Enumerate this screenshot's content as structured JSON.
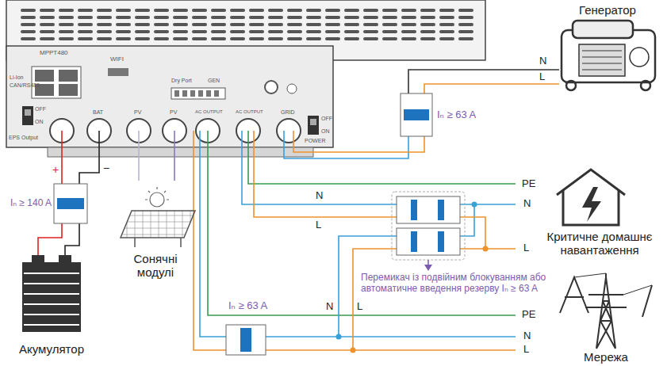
{
  "diagram": {
    "labels": [
      "Генератор",
      "N",
      "L",
      "Iₙ ≥ 63 A",
      "PE",
      "N",
      "Критичне домашнє навантаження",
      "L",
      "N",
      "L",
      "Перемикач із подвійним блокуванням або автоматичне введення резерву Iₙ ≥ 63 A",
      "N",
      "L",
      "PE",
      "N",
      "L",
      "Мережа",
      "Iₙ ≥ 63 A",
      "Iₙ ≥ 140 A",
      "+",
      "−",
      "Сонячні модулі",
      "Акумулятор",
      "MPPT480",
      "WIFI",
      "Li-Ion",
      "CAN/RS485",
      "Dry Port",
      "GEN",
      "OFF",
      "ON",
      "EPS Output",
      "BAT",
      "PV",
      "PV",
      "AC OUTPUT",
      "AC OUTPUT",
      "GRID",
      "OFF",
      "ON",
      "POWER"
    ]
  }
}
